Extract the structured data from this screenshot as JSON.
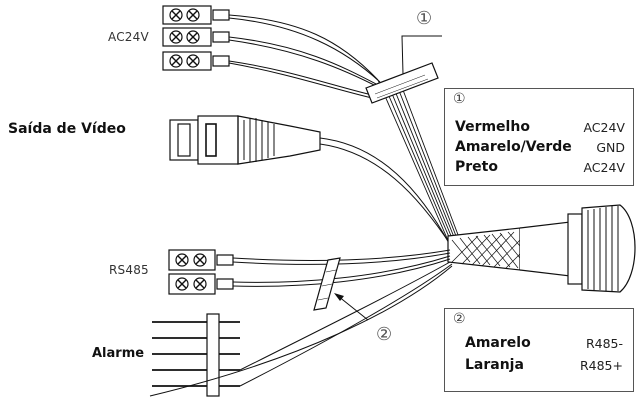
{
  "labels": {
    "ac24v": "AC24V",
    "video_out": "Saída de Vídeo",
    "rs485": "RS485",
    "alarm": "Alarme"
  },
  "callouts": {
    "one": "①",
    "two": "②"
  },
  "legend_power": {
    "marker": "①",
    "rows": [
      {
        "color": "Vermelho",
        "value": "AC24V"
      },
      {
        "color": "Amarelo/Verde",
        "value": "GND"
      },
      {
        "color": "Preto",
        "value": "AC24V"
      }
    ]
  },
  "legend_rs485": {
    "marker": "②",
    "rows": [
      {
        "color": "Amarelo",
        "value": "R485-"
      },
      {
        "color": "Laranja",
        "value": "R485+"
      }
    ]
  }
}
